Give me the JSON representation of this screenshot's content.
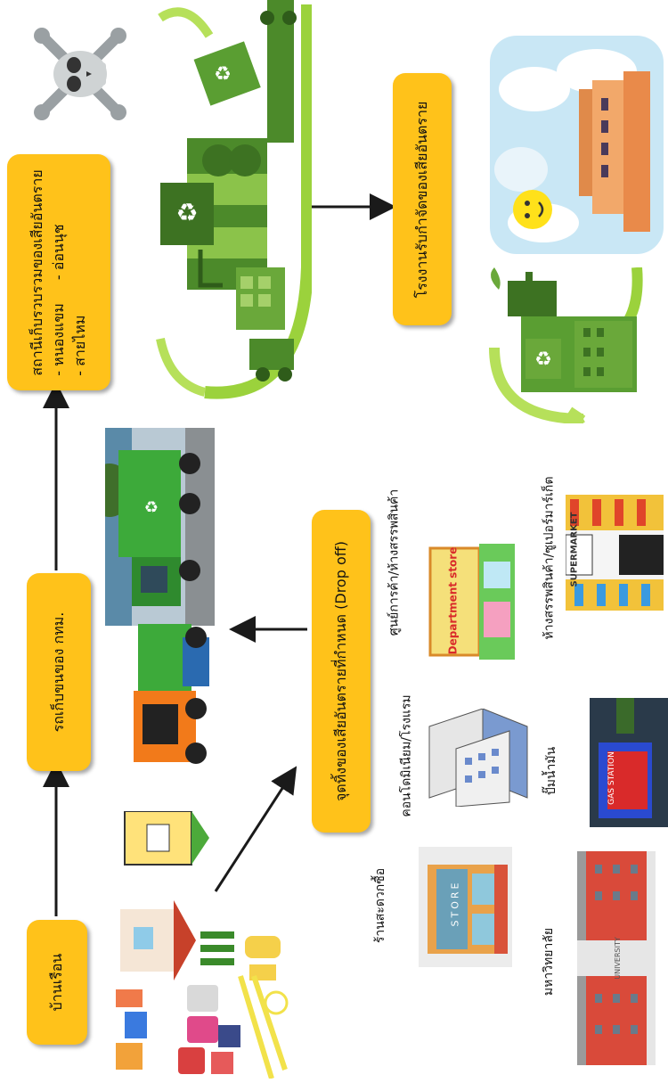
{
  "boxes": {
    "household": "บ้านเรือน",
    "bma_truck": "รถเก็บขนของ กทม.",
    "collection_title": "สถานีเก็บรวบรวมของเสียอันตราย",
    "collection_items": [
      "- หนองแขม",
      "- อ่อนนุช",
      "- สายไหม"
    ],
    "disposal_plant": "โรงงานรับกำจัดของเสียอันตราย",
    "drop_off": "จุดทิ้งของเสียอันตรายที่กำหนด (Drop off)"
  },
  "places": {
    "convenience_store": "ร้านสะดวกซื้อ",
    "condo": "คอนโดมิเนียม/โรงแรม",
    "department_store": "ศูนย์การค้า/ห้างสรรพสินค้า",
    "university": "มหาวิทยาลัย",
    "gas_station": "ปั๊มน้ำมัน",
    "supermarket": "ห้างสรรพสินค้า/ซูเปอร์มาร์เก็ต"
  },
  "signage": {
    "store": "STORE",
    "department_store": "Department store",
    "supermarket": "SUPERMARKET",
    "gas_station": "GAS STATION",
    "university": "UNIVERSITY"
  },
  "colors": {
    "box": "#ffc21a",
    "green": "#5a9e32",
    "arrow": "#1a1a1a"
  }
}
